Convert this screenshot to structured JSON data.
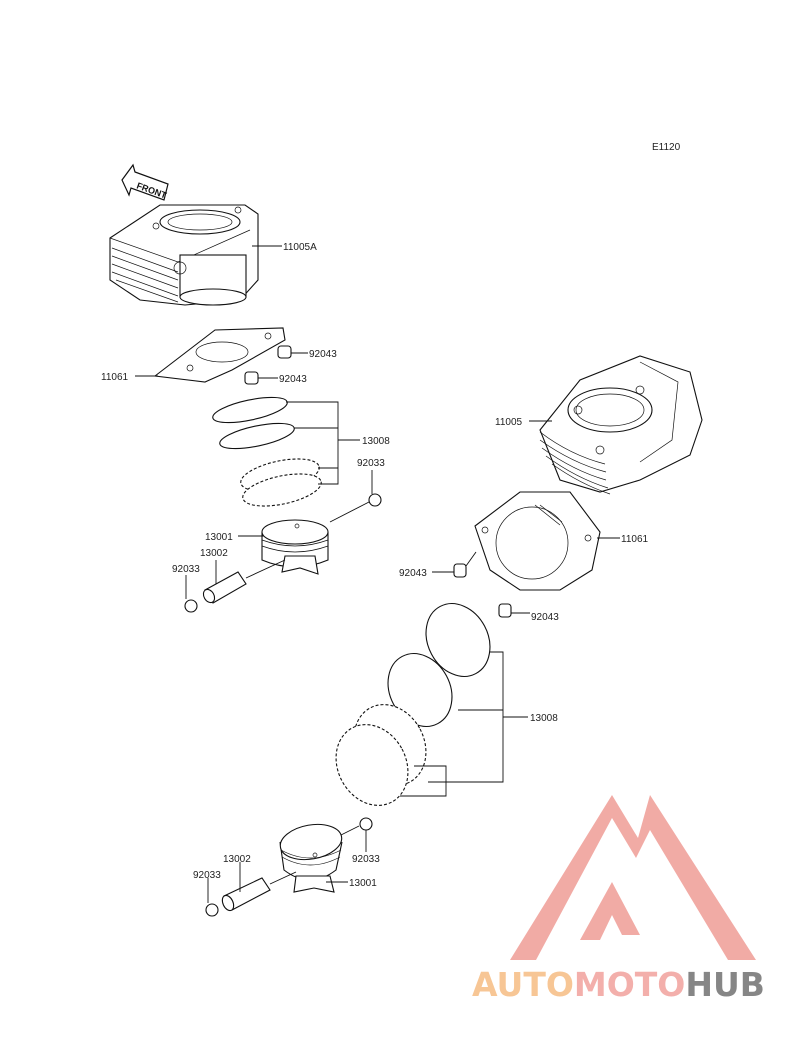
{
  "diagram_code": "E1120",
  "front_arrow_label": "FRONT",
  "callouts": {
    "rear_cylinder": "11005A",
    "rear_gasket": "11061",
    "rear_dowel_a": "92043",
    "rear_dowel_b": "92043",
    "rear_rings": "13008",
    "rear_clip_right": "92033",
    "rear_piston": "13001",
    "rear_pin": "13002",
    "rear_clip_left": "92033",
    "front_cylinder": "11005",
    "front_gasket": "11061",
    "front_dowel_a": "92043",
    "front_dowel_b": "92043",
    "front_rings": "13008",
    "front_pin": "13002",
    "front_clip_right": "92033",
    "front_clip_left": "92033",
    "front_piston": "13001"
  },
  "watermark": {
    "word_auto": "AUTO",
    "word_moto": "MOTO",
    "word_hub": "HUB",
    "color_auto": "#f7c08a",
    "color_moto": "#f2a7a2",
    "color_hub": "#7a7a7a",
    "logo_color": "#f0a29c"
  }
}
